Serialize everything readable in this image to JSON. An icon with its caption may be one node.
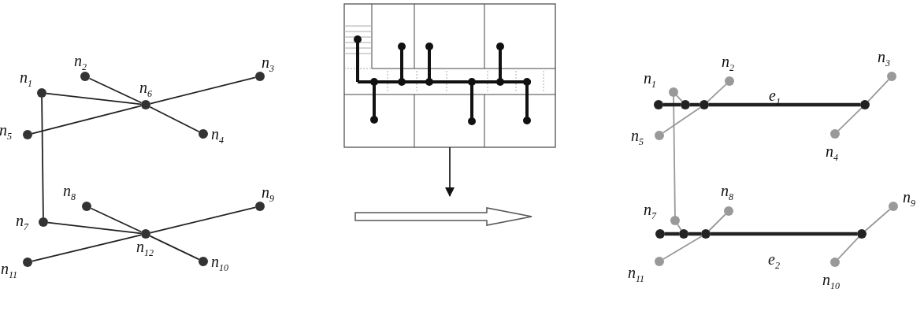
{
  "diagram": {
    "nodes": [
      {
        "text": [],
        "shape": "circle",
        "beside": [
          "n$_{1}$"
        ]
      },
      {
        "text": [],
        "shape": "circle",
        "beside": [
          "n$_{2}$"
        ]
      },
      {
        "text": [],
        "shape": "circle",
        "beside": [
          "n$_{3}$"
        ]
      },
      {
        "text": [],
        "shape": "circle",
        "beside": [
          "n$_{4}$"
        ]
      },
      {
        "text": [],
        "shape": "circle",
        "beside": [
          "n$_{5}$"
        ]
      },
      {
        "text": [],
        "shape": "circle",
        "beside": [
          "n$_{6}$"
        ]
      },
      {
        "text": [],
        "shape": "circle",
        "beside": [
          "n$_{7}$"
        ]
      },
      {
        "text": [],
        "shape": "circle",
        "beside": [
          "n$_{8}$"
        ]
      },
      {
        "text": [],
        "shape": "circle",
        "beside": [
          "n$_{9}$"
        ]
      },
      {
        "text": [],
        "shape": "circle",
        "beside": [
          "n$_{10}$"
        ]
      },
      {
        "text": [],
        "shape": "circle",
        "beside": [
          "n$_{11}$"
        ]
      },
      {
        "text": [],
        "shape": "circle",
        "beside": [
          "n$_{12}$"
        ]
      },
      {
        "text": [],
        "shape": "picture"
      },
      {
        "text": [],
        "shape": "circle",
        "beside": [
          "n$_{1}$"
        ]
      },
      {
        "text": [],
        "shape": "circle",
        "beside": [
          "n$_{2}$"
        ]
      },
      {
        "text": [],
        "shape": "circle",
        "beside": [
          "n$_{3}$"
        ]
      },
      {
        "text": [],
        "shape": "circle",
        "beside": [
          "n$_{4}$"
        ]
      },
      {
        "text": [],
        "shape": "circle",
        "beside": [
          "n$_{5}$"
        ]
      },
      {
        "text": [],
        "shape": "circle",
        "beside": [
          "n$_{7}$"
        ]
      },
      {
        "text": [],
        "shape": "circle",
        "beside": [
          "n$_{8}$"
        ]
      },
      {
        "text": [],
        "shape": "circle",
        "beside": [
          "n$_{9}$"
        ]
      },
      {
        "text": [],
        "shape": "circle",
        "beside": [
          "n$_{10}$"
        ]
      },
      {
        "text": [],
        "shape": "circle",
        "beside": [
          "n$_{11}$"
        ]
      },
      {
        "text": [],
        "shape": "circle"
      },
      {
        "text": [],
        "shape": "circle"
      },
      {
        "text": [],
        "shape": "circle"
      },
      {
        "text": [],
        "shape": "circle"
      },
      {
        "text": [],
        "shape": "circle"
      },
      {
        "text": [],
        "shape": "circle"
      },
      {
        "text": [],
        "shape": "circle"
      },
      {
        "text": [],
        "shape": "circle"
      }
    ],
    "edges": [
      {
        "from": 0,
        "to": 5,
        "arrow": "none"
      },
      {
        "from": 1,
        "to": 5,
        "arrow": "none"
      },
      {
        "from": 2,
        "to": 5,
        "arrow": "none"
      },
      {
        "from": 3,
        "to": 5,
        "arrow": "none"
      },
      {
        "from": 4,
        "to": 5,
        "arrow": "none"
      },
      {
        "from": 0,
        "to": 6,
        "arrow": "none"
      },
      {
        "from": 6,
        "to": 11,
        "arrow": "none"
      },
      {
        "from": 7,
        "to": 11,
        "arrow": "none"
      },
      {
        "from": 8,
        "to": 11,
        "arrow": "none"
      },
      {
        "from": 9,
        "to": 11,
        "arrow": "none"
      },
      {
        "from": 10,
        "to": 11,
        "arrow": "none"
      },
      {
        "from": 12,
        "to": null,
        "arrow": "to"
      },
      {
        "from": 13,
        "to": 18,
        "arrow": "none",
        "color": "#999999"
      },
      {
        "from": 13,
        "to": 24,
        "arrow": "none",
        "color": "#999999"
      },
      {
        "from": 17,
        "to": 25,
        "arrow": "none",
        "color": "#999999"
      },
      {
        "from": 25,
        "to": 14,
        "arrow": "none",
        "color": "#999999"
      },
      {
        "from": 16,
        "to": 26,
        "arrow": "none",
        "color": "#999999"
      },
      {
        "from": 26,
        "to": 15,
        "arrow": "none",
        "color": "#999999"
      },
      {
        "from": 18,
        "to": 28,
        "arrow": "none",
        "color": "#999999"
      },
      {
        "from": 22,
        "to": 29,
        "arrow": "none",
        "color": "#999999"
      },
      {
        "from": 29,
        "to": 19,
        "arrow": "none",
        "color": "#999999"
      },
      {
        "from": 21,
        "to": 30,
        "arrow": "none",
        "color": "#999999"
      },
      {
        "from": 30,
        "to": 20,
        "arrow": "none",
        "color": "#999999"
      },
      {
        "from": 23,
        "to": 24,
        "arrow": "none",
        "style": "thick"
      },
      {
        "from": 24,
        "to": 25,
        "arrow": "none",
        "style": "thick"
      },
      {
        "from": 25,
        "to": 26,
        "arrow": "none",
        "style": "thick",
        "label": "e$_{1}$"
      },
      {
        "from": 27,
        "to": 28,
        "arrow": "none",
        "style": "thick"
      },
      {
        "from": 28,
        "to": 29,
        "arrow": "none",
        "style": "thick"
      },
      {
        "from": 29,
        "to": 30,
        "arrow": "none",
        "style": "thick",
        "label": "e$_{2}$"
      }
    ]
  }
}
